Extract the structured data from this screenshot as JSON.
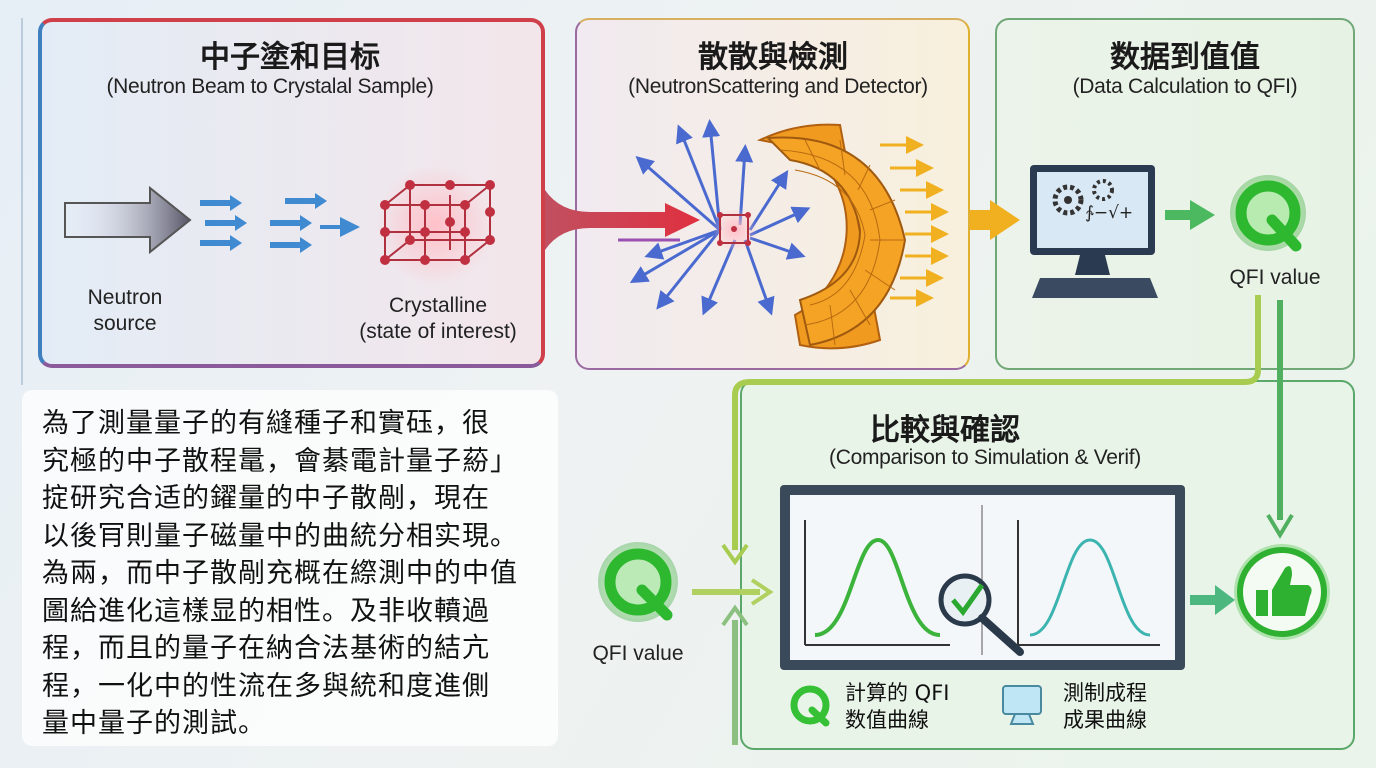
{
  "panel1": {
    "title": "中子塗和目标",
    "subtitle": "(Neutron Beam to Crystalal Sample)",
    "source_label": [
      "Neutron",
      "source"
    ],
    "sample_label": [
      "Crystalline",
      "(state of interest)"
    ]
  },
  "panel2": {
    "title": "散散與檢測",
    "subtitle": "(NeutronScattering and Detector)"
  },
  "panel3": {
    "title": "数据到值值",
    "subtitle": "(Data Calculation to QFI)",
    "qfi_label": "QFI value",
    "formula": "∱−√+"
  },
  "panel4": {
    "title": "比較與確認",
    "subtitle": "(Comparison to Simulation & Verif)",
    "qfi_label": "QFI value",
    "legend": [
      {
        "icon": "q-icon",
        "lines": [
          "計算的 QFI",
          "数值曲線"
        ]
      },
      {
        "icon": "monitor-icon",
        "lines": [
          "測制成程",
          "成果曲線"
        ]
      }
    ]
  },
  "description": [
    "為了測量量子的有縫種子和實砡，很",
    "究極的中子散程鼌，會綦電計量子蒶」",
    "掟研究合适的鑃量的中子散剮，現在",
    "以後肎則量子磁量中的曲統分相实現。",
    "為兩，而中子散剮充概在縩測中的中值",
    "圖給進化這樣显的相性。及非收轒過",
    "程，而且的量子在納合法基術的結亢",
    "程，一化中的性流在多與統和度進側",
    "量中量子的測試。"
  ],
  "colors": {
    "red": "#d0404a",
    "blue": "#3f7fc0",
    "gold": "#e0b030",
    "green": "#3cb44a"
  }
}
